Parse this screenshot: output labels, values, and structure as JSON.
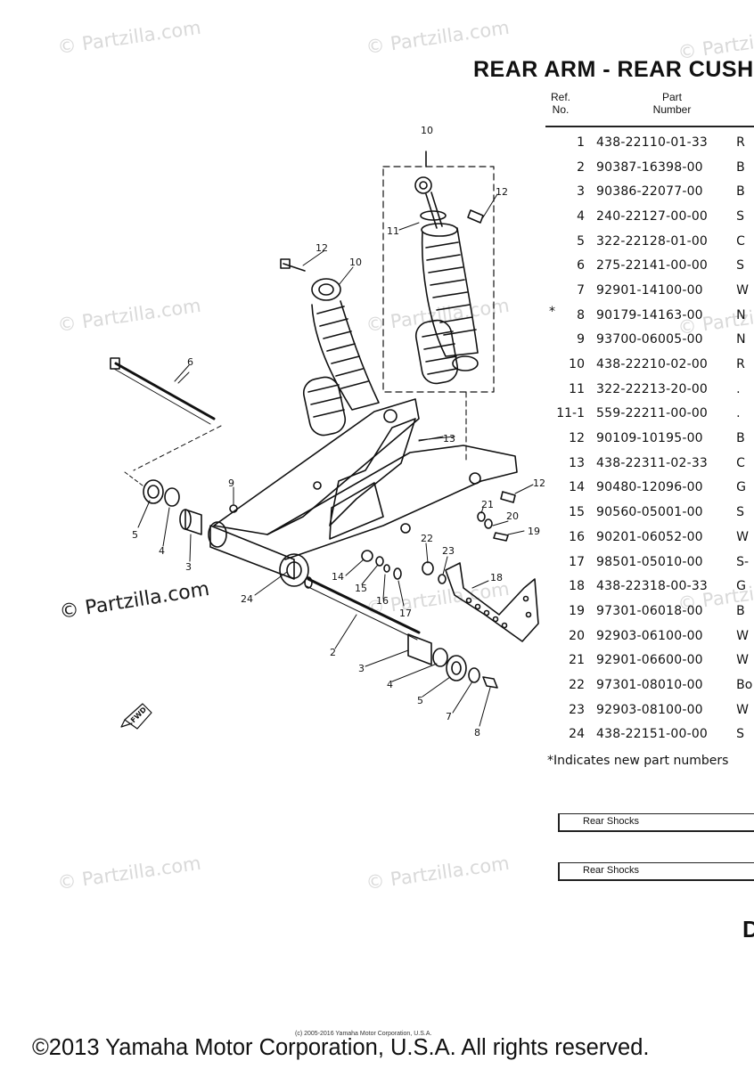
{
  "title": "REAR ARM - REAR CUSH",
  "table": {
    "header_ref": [
      "Ref.",
      "No."
    ],
    "header_part": [
      "Part",
      "Number"
    ],
    "rows": [
      {
        "ref": "1",
        "part": "438-22110-01-33",
        "desc": "R",
        "star": ""
      },
      {
        "ref": "2",
        "part": "90387-16398-00",
        "desc": "B",
        "star": ""
      },
      {
        "ref": "3",
        "part": "90386-22077-00",
        "desc": "B",
        "star": ""
      },
      {
        "ref": "4",
        "part": "240-22127-00-00",
        "desc": "S",
        "star": ""
      },
      {
        "ref": "5",
        "part": "322-22128-01-00",
        "desc": "C",
        "star": ""
      },
      {
        "ref": "6",
        "part": "275-22141-00-00",
        "desc": "S",
        "star": ""
      },
      {
        "ref": "7",
        "part": "92901-14100-00",
        "desc": "W",
        "star": ""
      },
      {
        "ref": "8",
        "part": "90179-14163-00",
        "desc": "N",
        "star": "*"
      },
      {
        "ref": "9",
        "part": "93700-06005-00",
        "desc": "N",
        "star": ""
      },
      {
        "ref": "10",
        "part": "438-22210-02-00",
        "desc": "R",
        "star": ""
      },
      {
        "ref": "11",
        "part": "322-22213-20-00",
        "desc": ".",
        "star": ""
      },
      {
        "ref": "11-1",
        "part": "559-22211-00-00",
        "desc": ".",
        "star": ""
      },
      {
        "ref": "12",
        "part": "90109-10195-00",
        "desc": "B",
        "star": ""
      },
      {
        "ref": "13",
        "part": "438-22311-02-33",
        "desc": "C",
        "star": ""
      },
      {
        "ref": "14",
        "part": "90480-12096-00",
        "desc": "G",
        "star": ""
      },
      {
        "ref": "15",
        "part": "90560-05001-00",
        "desc": "S",
        "star": ""
      },
      {
        "ref": "16",
        "part": "90201-06052-00",
        "desc": "W",
        "star": ""
      },
      {
        "ref": "17",
        "part": "98501-05010-00",
        "desc": "S-",
        "star": ""
      },
      {
        "ref": "18",
        "part": "438-22318-00-33",
        "desc": "G",
        "star": ""
      },
      {
        "ref": "19",
        "part": "97301-06018-00",
        "desc": "B",
        "star": ""
      },
      {
        "ref": "20",
        "part": "92903-06100-00",
        "desc": "W",
        "star": ""
      },
      {
        "ref": "21",
        "part": "92901-06600-00",
        "desc": "W",
        "star": ""
      },
      {
        "ref": "22",
        "part": "97301-08010-00",
        "desc": "Bo",
        "star": ""
      },
      {
        "ref": "23",
        "part": "92903-08100-00",
        "desc": "W",
        "star": ""
      },
      {
        "ref": "24",
        "part": "438-22151-00-00",
        "desc": "S",
        "star": ""
      }
    ],
    "footnote": "*Indicates new part numbers"
  },
  "boxes": [
    "Rear Shocks",
    "Rear Shocks"
  ],
  "side_letter": "D",
  "watermarks": [
    "© Partzilla.com",
    "© Partzilla.com",
    "© Partzilla.com",
    "© Partzilla.com",
    "© Partzilla.com",
    "© Partzilla.com",
    "© Partzilla.com",
    "© Partzilla.com",
    "© Partzilla.com",
    "© Partzilla.com",
    "© Partzilla.com"
  ],
  "diagram_labels": [
    "10",
    "12",
    "11",
    "12",
    "10",
    "6",
    "13",
    "9",
    "12",
    "21",
    "20",
    "19",
    "5",
    "4",
    "3",
    "22",
    "23",
    "18",
    "24",
    "14",
    "15",
    "16",
    "17",
    "2",
    "3",
    "4",
    "5",
    "7",
    "8",
    "FWD"
  ],
  "small_copyright": "(c) 2005-2016 Yamaha Motor Corporation, U.S.A.",
  "copyright": "©2013 Yamaha Motor Corporation, U.S.A. All rights reserved."
}
